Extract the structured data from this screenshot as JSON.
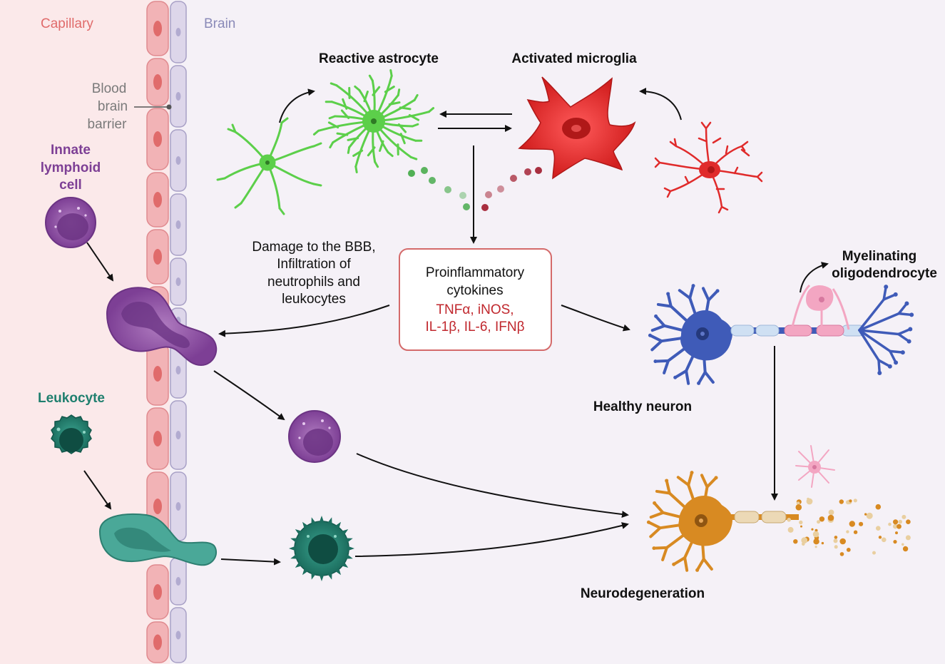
{
  "regions": {
    "capillary": "Capillary",
    "brain": "Brain"
  },
  "bbb_label": [
    "Blood",
    "brain",
    "barrier"
  ],
  "cells": {
    "reactive_astrocyte": "Reactive astrocyte",
    "activated_microglia": "Activated microglia",
    "innate_lymphoid": [
      "Innate",
      "lymphoid",
      "cell"
    ],
    "leukocyte": "Leukocyte",
    "myelinating_oligo": [
      "Myelinating",
      "oligodendrocyte"
    ],
    "healthy_neuron": "Healthy neuron",
    "neurodegeneration": "Neurodegeneration"
  },
  "damage_text": [
    "Damage to the BBB,",
    "Infiltration of",
    "neutrophils and",
    "leukocytes"
  ],
  "cytokines_box": {
    "title": [
      "Proinflammatory",
      "cytokines"
    ],
    "list": [
      "TNFα, iNOS,",
      "IL-1β, IL-6, IFNβ"
    ]
  },
  "colors": {
    "capillary_bg": "#fbe9ea",
    "brain_bg": "#f5f1f7",
    "capillary_text": "#e06b6b",
    "brain_text": "#8a8ab8",
    "astrocyte": "#5ccf4a",
    "microglia": "#e02b2b",
    "ilc": "#8a4a9e",
    "leukocyte": "#1f7f6e",
    "neuron_healthy": "#3f5bb8",
    "neuron_degen": "#d88a22",
    "oligo": "#f3a6c2",
    "cytokine_red": "#c0272d",
    "box_border": "#d46a6a"
  }
}
